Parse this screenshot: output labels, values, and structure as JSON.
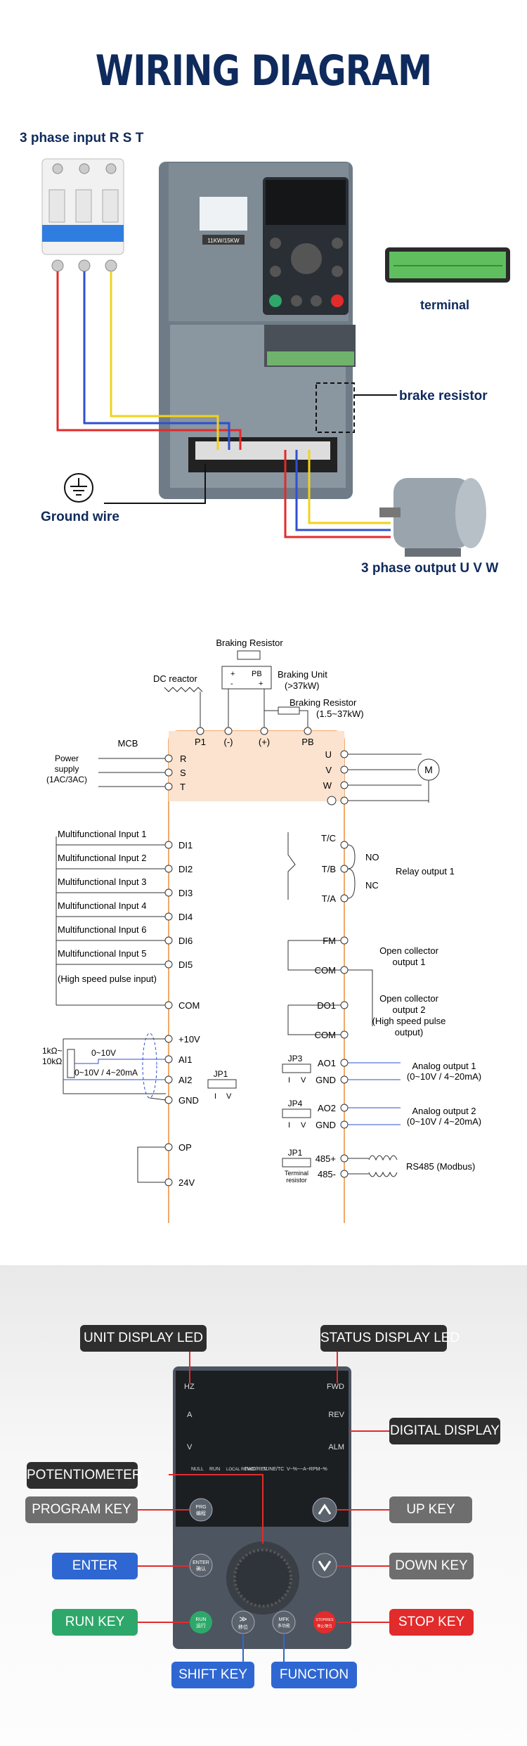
{
  "wiring": {
    "title": "WIRING DIAGRAM",
    "input_label": "3 phase input R S T",
    "terminal_label": "terminal",
    "brake_resistor_label": "brake resistor",
    "ground_label": "Ground wire",
    "output_label": "3 phase output U V W",
    "drive_model": "11KW/15KW"
  },
  "schematic": {
    "braking_resistor": "Braking Resistor",
    "dc_reactor": "DC reactor",
    "braking_unit": "Braking Unit",
    "braking_unit_range": "(>37kW)",
    "braking_resistor2": "Braking Resistor",
    "braking_resistor2_range": "(1.5~37kW)",
    "bu_plus": "+",
    "bu_minus": "-",
    "bu_pb": "PB",
    "bu_plus2": "+",
    "top_terminals": [
      "P1",
      "(-)",
      "(+)",
      "PB"
    ],
    "mcb": "MCB",
    "power_supply": [
      "Power",
      "supply",
      "(1AC/3AC)"
    ],
    "input_terminals": [
      "R",
      "S",
      "T"
    ],
    "output_terminals": [
      "U",
      "V",
      "W"
    ],
    "motor": "M",
    "inputs": [
      "Multifunctional Input 1",
      "Multifunctional Input 2",
      "Multifunctional Input 3",
      "Multifunctional Input 4",
      "Multifunctional Input 6",
      "Multifunctional Input 5",
      "(High speed pulse input)"
    ],
    "di_terminals": [
      "DI1",
      "DI2",
      "DI3",
      "DI4",
      "DI6",
      "DI5",
      "COM"
    ],
    "relay_terminals": [
      "T/C",
      "T/B",
      "T/A"
    ],
    "no": "NO",
    "nc": "NC",
    "relay_output": "Relay output 1",
    "fm": "FM",
    "com1": "COM",
    "oc1": [
      "Open collector",
      "output 1"
    ],
    "do1": "DO1",
    "com2": "COM",
    "oc2": [
      "Open collector",
      "output 2",
      "(High speed pulse",
      "output)"
    ],
    "analog_in_terminals": [
      "+10V",
      "AI1",
      "AI2",
      "GND"
    ],
    "pot_label": [
      "1kΩ~",
      "10kΩ"
    ],
    "v0_10": "0~10V",
    "v_ma": "0~10V / 4~20mA",
    "jp1": "JP1",
    "i_label": "I",
    "v_label": "V",
    "jp3": "JP3",
    "jp4": "JP4",
    "ao1": "AO1",
    "gnd1": "GND",
    "ao2": "AO2",
    "gnd2": "GND",
    "analog_out1": [
      "Analog output 1",
      "(0~10V / 4~20mA)"
    ],
    "analog_out2": [
      "Analog output 2",
      "(0~10V / 4~20mA)"
    ],
    "jp1b": "JP1",
    "terminal_resistor": [
      "Terminal",
      "resistor"
    ],
    "rs485_plus": "485+",
    "rs485_minus": "485-",
    "rs485": "RS485 (Modbus)",
    "op": "OP",
    "v24": "24V"
  },
  "keypad": {
    "tags": {
      "unit_led": "UNIT DISPLAY LED",
      "status_led": "STATUS DISPLAY LED",
      "digital_display": "DIGITAL DISPLAY",
      "potentiometer": "POTENTIOMETER",
      "program_key": "PROGRAM KEY",
      "up_key": "UP KEY",
      "enter": "ENTER",
      "down_key": "DOWN KEY",
      "run_key": "RUN KEY",
      "stop_key": "STOP KEY",
      "shift_key": "SHIFT KEY",
      "function": "FUNCTION"
    },
    "leds_left": [
      "HZ",
      "A",
      "V"
    ],
    "leds_right": [
      "FWD",
      "REV",
      "ALM"
    ],
    "status_row": [
      "NULL",
      "RUN",
      "LOCAL REMOT",
      "FWD/REV",
      "TUNE/TC",
      "V~%~~A~RPM~%"
    ],
    "btn_prg": [
      "PRG",
      "编程"
    ],
    "btn_enter": [
      "ENTER",
      "确认"
    ],
    "btn_run": [
      "RUN",
      "运行"
    ],
    "btn_shift": [
      "≫",
      "移位"
    ],
    "btn_mfk": [
      "MFK",
      "多功能"
    ],
    "btn_stop": [
      "STOP/RES",
      "停止/复位"
    ]
  },
  "colors": {
    "navy": "#0f2a5c",
    "red": "#e22b2b",
    "blue": "#2f67d2",
    "green": "#2ea86a",
    "orange_fill": "#fbe3cf",
    "wire_yellow": "#f2d21b"
  }
}
